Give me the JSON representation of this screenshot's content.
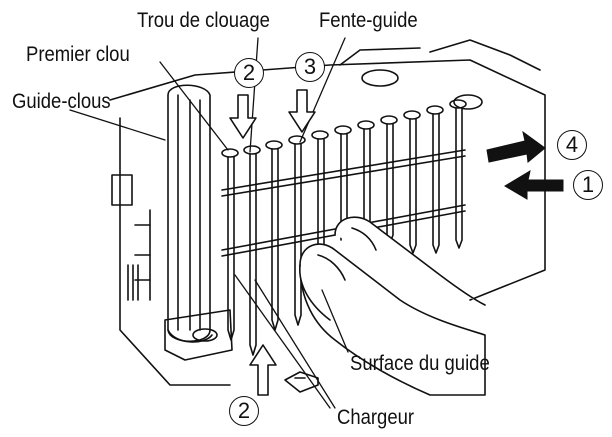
{
  "labels": {
    "trou": "Trou de clouage",
    "fente": "Fente-guide",
    "premier": "Premier clou",
    "guide": "Guide-clous",
    "surface": "Surface du guide",
    "chargeur": "Chargeur"
  },
  "steps": {
    "s1": "1",
    "s2_top": "2",
    "s2_bottom": "2",
    "s3": "3",
    "s4": "4"
  }
}
